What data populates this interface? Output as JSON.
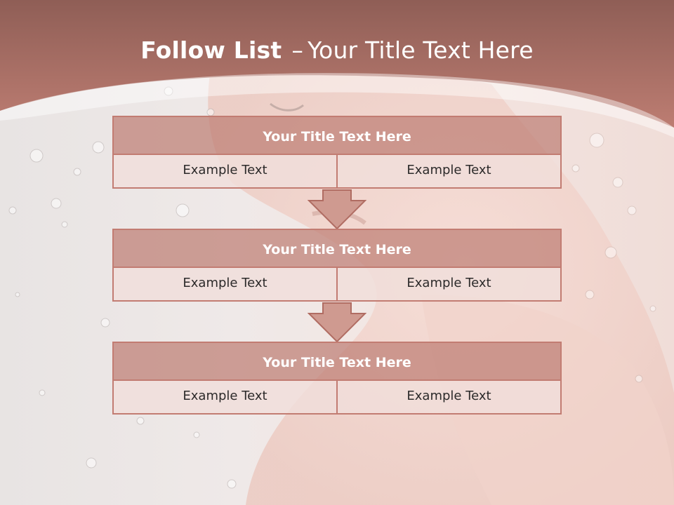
{
  "title": {
    "bold": "Follow List",
    "separator": "–",
    "rest": "Your Title Text Here"
  },
  "colors": {
    "header": "#b87a70",
    "accent": "#c27c72",
    "title_fill": "#cc9a90",
    "cell_fill": "#efdcd8"
  },
  "blocks": [
    {
      "title": "Your Title Text Here",
      "left": "Example Text",
      "right": "Example Text"
    },
    {
      "title": "Your Title Text Here",
      "left": "Example Text",
      "right": "Example Text"
    },
    {
      "title": "Your Title Text Here",
      "left": "Example Text",
      "right": "Example Text"
    }
  ],
  "arrow_icon": "down-arrow-icon"
}
